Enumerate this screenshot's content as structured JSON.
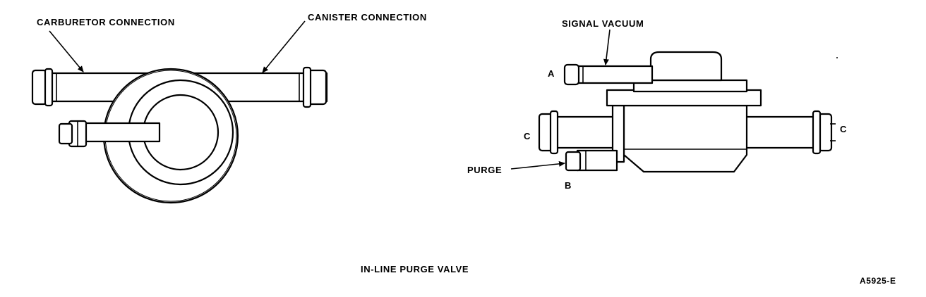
{
  "labels": {
    "carburetor": "CARBURETOR CONNECTION",
    "canister": "CANISTER CONNECTION",
    "signal_vacuum": "SIGNAL VACUUM",
    "port_a": "A",
    "port_b": "B",
    "port_c_left": "C",
    "port_c_right": "C",
    "purge": "PURGE",
    "caption": "IN-LINE PURGE VALVE",
    "figure_id": "A5925-E"
  },
  "colors": {
    "ink": "#000000",
    "background": "#ffffff"
  }
}
